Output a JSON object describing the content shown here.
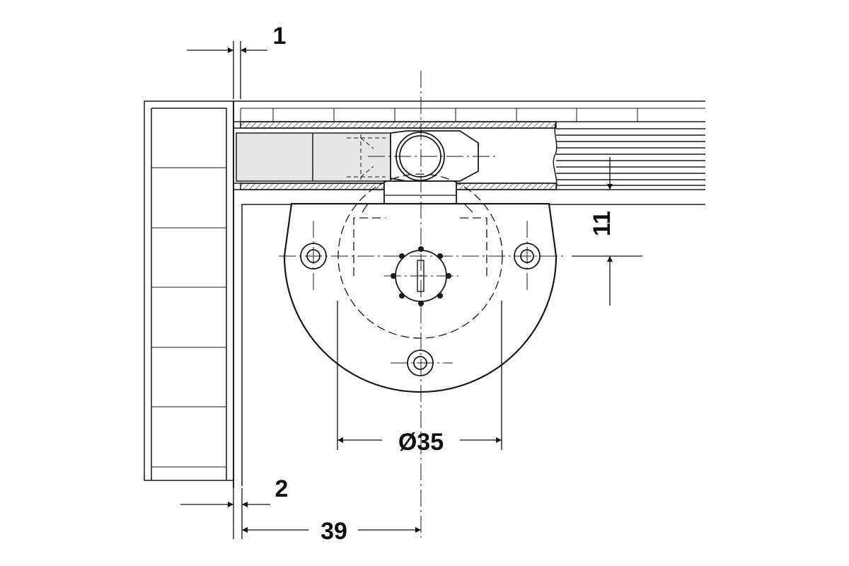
{
  "diagram": {
    "dimensions": {
      "gap_top": "1",
      "offset_vertical": "11",
      "diameter": "Ø35",
      "gap_bottom": "2",
      "edge_distance": "39"
    },
    "colors": {
      "line": "#1a1a1a",
      "fill_gray": "#e6e6e6",
      "background": "#ffffff"
    }
  }
}
